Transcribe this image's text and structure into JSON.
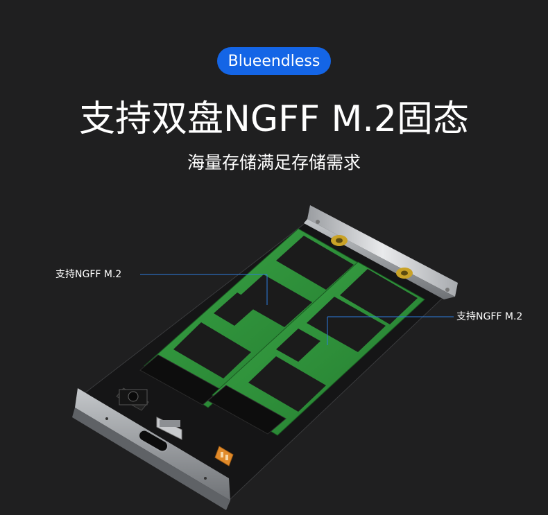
{
  "brand": {
    "name": "Blueendless",
    "pill_color": "#1465e6"
  },
  "headline": "支持双盘NGFF M.2固态",
  "subheadline": "海量存储满足存储需求",
  "callouts": [
    {
      "label": "支持NGFF M.2"
    },
    {
      "label": "支持NGFF M.2"
    }
  ],
  "colors": {
    "background": "#1f1f20",
    "callout_line": "#2c7de0",
    "pcb_green": "#2f8f3a",
    "chip": "#1b1b1b",
    "aluminum": "#d7d9dc",
    "screw_gold": "#c9a227",
    "dip_switch": "#e08a2a"
  },
  "icons": {
    "usb_c_port": "usb-c-port-icon",
    "micro_usb_port": "micro-usb-port-icon",
    "tactile_button": "tactile-button-icon",
    "dip_switch": "dip-switch-icon"
  }
}
